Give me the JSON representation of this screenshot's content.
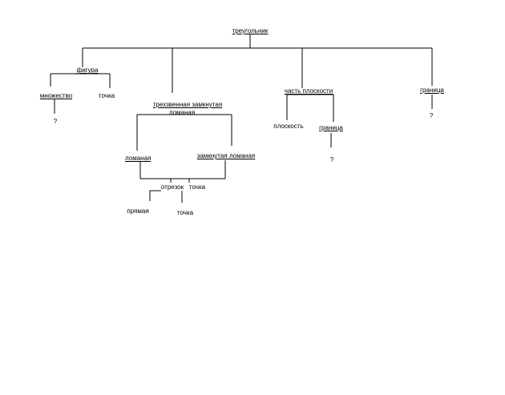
{
  "nodes": {
    "root": "треугольник",
    "figura": "фигура",
    "mnozhestvo": "множество",
    "q1": "?",
    "tochka1": "точка",
    "trehzv_line1": "трехзвенная замкнутая",
    "trehzv_line2": "ломаная",
    "lomanaya": "ломаная",
    "zamknutaya_lomanaya": "замкнутая ломаная",
    "otrezok": "отрезок",
    "tochka2": "точка",
    "pryamaya": "прямая",
    "tochka3": "точка",
    "chast_ploskosti": "часть плоскости",
    "ploskost": "плоскость",
    "granica1": "граница",
    "q2": "?",
    "granica2": "граница",
    "q3": "?"
  }
}
